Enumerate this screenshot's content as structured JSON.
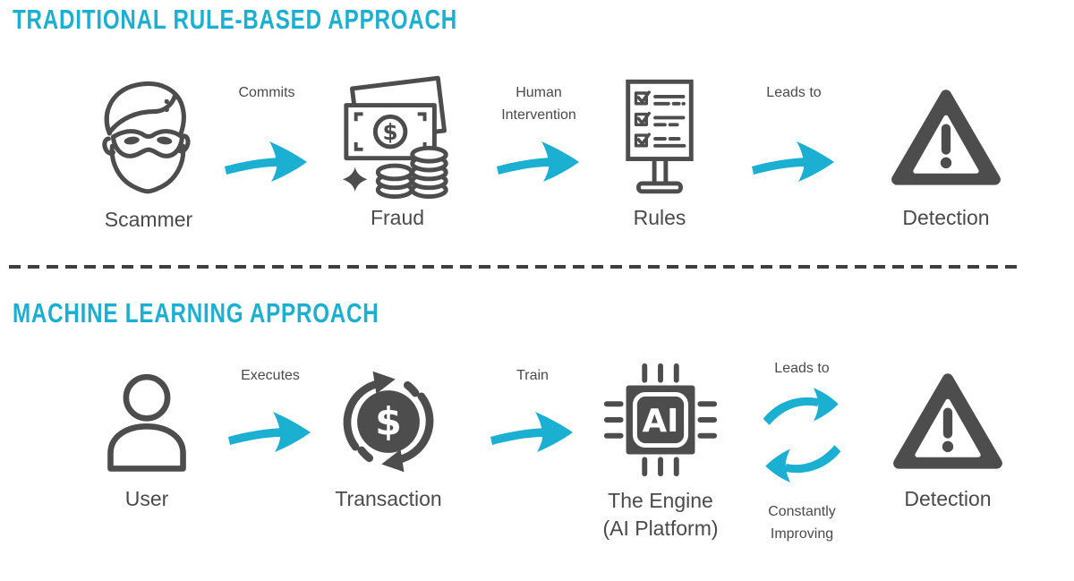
{
  "colors": {
    "accent_cyan": "#1BAFD2",
    "icon_gray": "#4D4D4D",
    "label_gray": "#4A4A4A",
    "divider_gray": "#3F3F3F"
  },
  "section_traditional": {
    "title": "TRADITIONAL RULE-BASED APPROACH",
    "steps": {
      "scammer": {
        "label": "Scammer",
        "icon": "scammer-masked-face-icon"
      },
      "fraud": {
        "label": "Fraud",
        "icon": "money-banknote-coins-icon"
      },
      "rules": {
        "label": "Rules",
        "icon": "checklist-signboard-icon"
      },
      "detection": {
        "label": "Detection",
        "icon": "warning-triangle-icon"
      }
    },
    "connectors": {
      "commits": {
        "label": "Commits"
      },
      "human_intervention": {
        "label": "Human Intervention"
      },
      "leads_to": {
        "label": "Leads to"
      }
    }
  },
  "section_ml": {
    "title": "MACHINE LEARNING APPROACH",
    "steps": {
      "user": {
        "label": "User",
        "icon": "person-icon"
      },
      "transaction": {
        "label": "Transaction",
        "icon": "dollar-cycle-icon"
      },
      "engine": {
        "label": "The Engine",
        "sublabel": "(AI Platform)",
        "icon": "ai-chip-icon"
      },
      "detection": {
        "label": "Detection",
        "icon": "warning-triangle-icon"
      }
    },
    "connectors": {
      "executes": {
        "label": "Executes"
      },
      "train": {
        "label": "Train"
      },
      "feedback": {
        "label_top": "Leads to",
        "label_bottom": "Constantly Improving"
      }
    }
  }
}
